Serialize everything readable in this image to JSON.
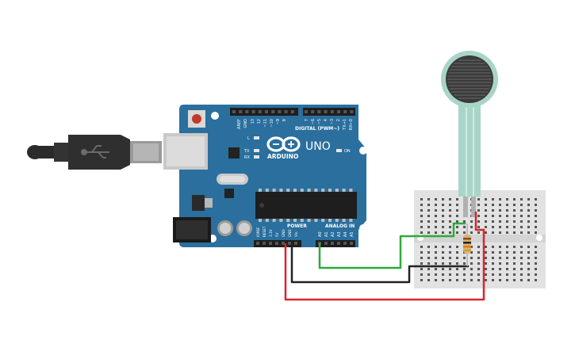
{
  "board": {
    "brand": "ARDUINO",
    "model": "UNO",
    "digital_header_label": "DIGITAL (PWM~)",
    "digital_pins": [
      "AREF",
      "GND",
      "13",
      "12",
      "~11",
      "~10",
      "~9",
      "8",
      "7",
      "~6",
      "~5",
      "4",
      "~3",
      "2",
      "TX→1",
      "RX←0"
    ],
    "power_label": "POWER",
    "power_pins": [
      "IOREF",
      "RESET",
      "3.3V",
      "5V",
      "GND",
      "GND",
      "Vin"
    ],
    "analog_label": "ANALOG IN",
    "analog_pins": [
      "A0",
      "A1",
      "A2",
      "A3",
      "A4",
      "A5"
    ],
    "led_labels": {
      "l": "L",
      "tx": "TX",
      "rx": "RX",
      "on": "ON"
    }
  },
  "colors": {
    "board": "#2a6f9e",
    "board_dark": "#1f5a82",
    "header": "#1e1e1e",
    "wire_red": "#d9262b",
    "wire_black": "#222222",
    "wire_green": "#2eaa3a",
    "breadboard": "#e2e2e2",
    "sensor_strip": "#a8d5c8",
    "usb_cable": "#2b2b2b"
  },
  "components": {
    "usb_cable_icon": "usb-icon",
    "sensor": "force-sensor-icon",
    "resistor": "resistor-icon"
  }
}
